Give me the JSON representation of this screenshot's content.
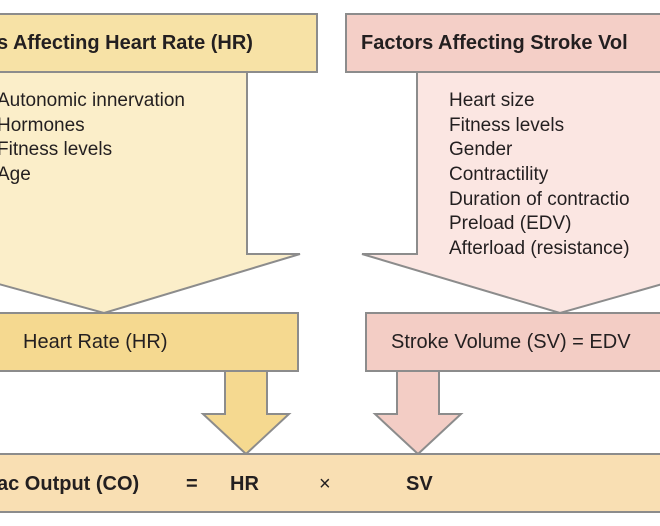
{
  "hr_panel": {
    "header": "s Affecting Heart Rate (HR)",
    "factors": [
      "Autonomic innervation",
      "Hormones",
      "Fitness levels",
      "Age"
    ],
    "result_box": "Heart Rate (HR)"
  },
  "sv_panel": {
    "header": "Factors Affecting Stroke Vol",
    "factors": [
      "Heart size",
      "Fitness levels",
      "Gender",
      "Contractility",
      "Duration of contractio",
      "Preload (EDV)",
      "Afterload (resistance)"
    ],
    "result_box": "Stroke Volume (SV) = EDV"
  },
  "output_bar": {
    "label": "ac Output (CO)",
    "equals": "=",
    "hr": "HR",
    "times": "×",
    "sv": "SV"
  },
  "colors": {
    "hr_fill": "#fbeec9",
    "hr_header_fill": "#f7e2a6",
    "hr_box_fill": "#f5d990",
    "sv_fill": "#fbe6e2",
    "sv_header_fill": "#f4cfc7",
    "sv_box_fill": "#f3cdc5",
    "output_fill": "#f9dfb3",
    "stroke": "#8c8c8c"
  }
}
